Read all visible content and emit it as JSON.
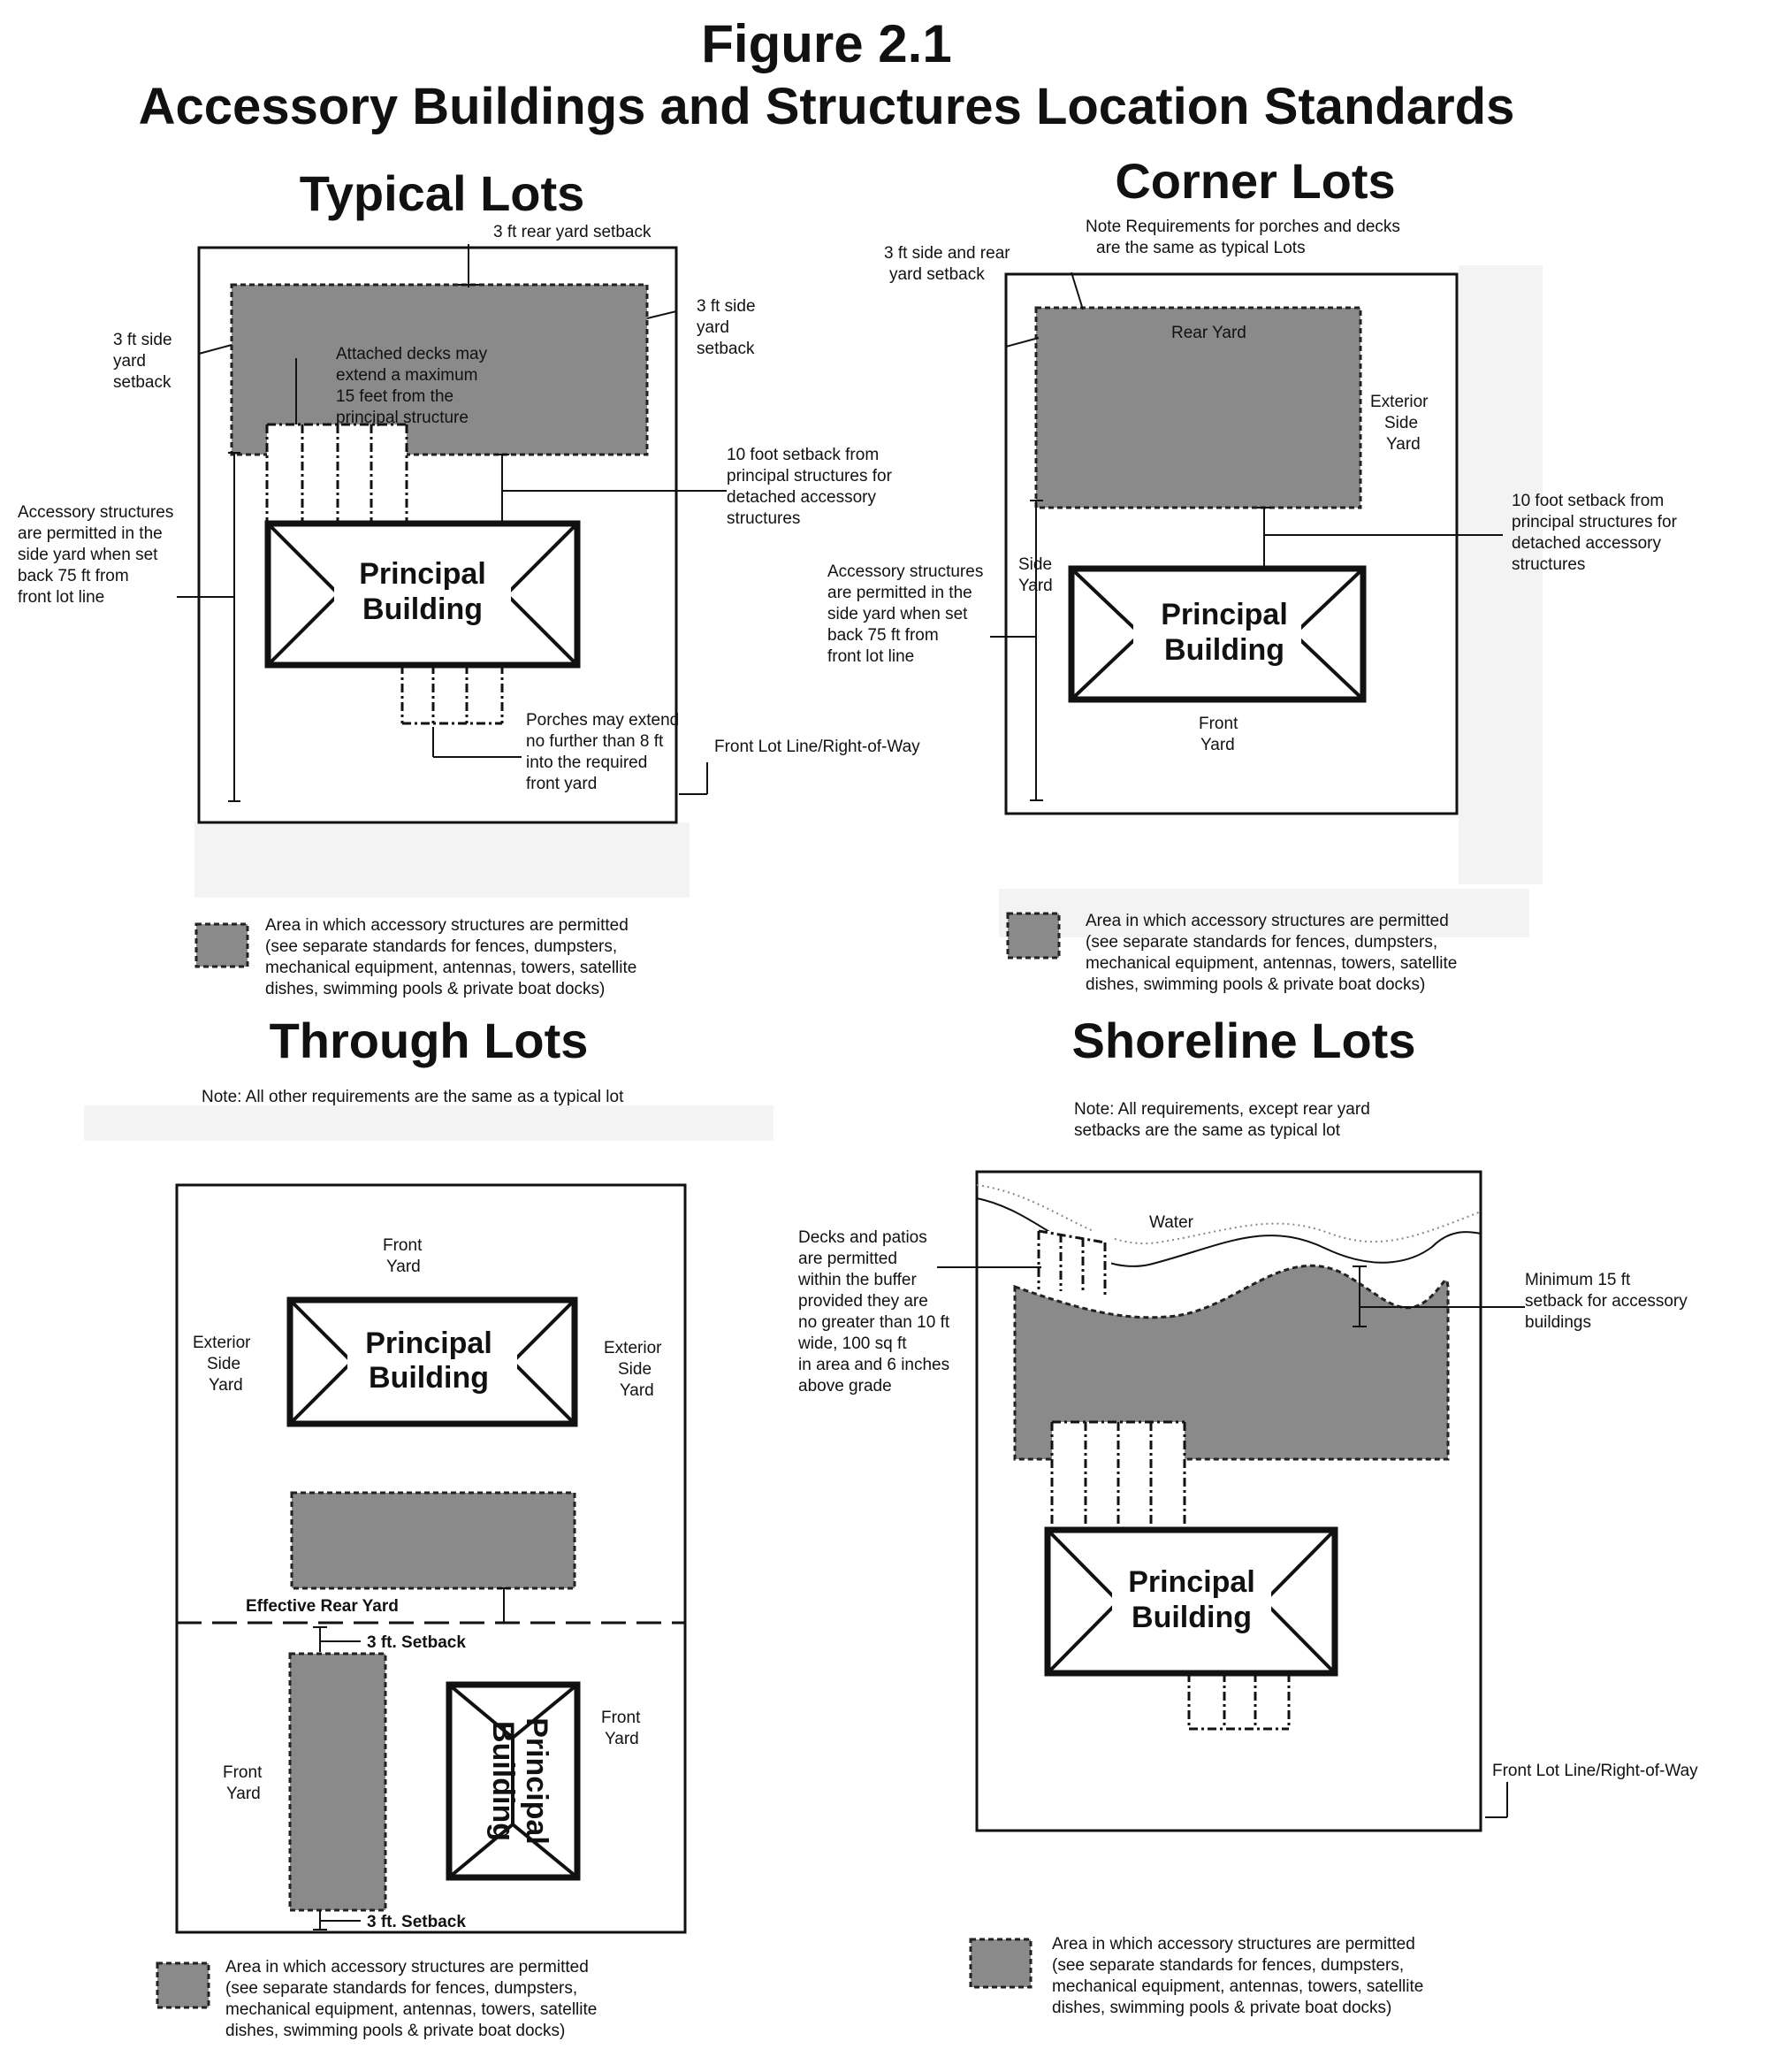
{
  "figure": {
    "number": "Figure 2.1",
    "title": "Accessory Buildings and Structures Location Standards"
  },
  "principal_building": [
    "Principal",
    "Building"
  ],
  "legend_text": [
    "Area in which accessory structures are permitted",
    "(see separate standards for fences, dumpsters,",
    "mechanical equipment, antennas, towers, satellite",
    "dishes, swimming pools & private boat docks)"
  ],
  "typical": {
    "heading": "Typical Lots",
    "rear_setback": "3 ft rear yard setback",
    "side_setback_left": [
      "3 ft side",
      "yard",
      "setback"
    ],
    "side_setback_right": [
      "3 ft side",
      "yard",
      "setback"
    ],
    "decks": [
      "Attached decks may",
      "extend a maximum",
      "15 feet from the",
      "principal structure"
    ],
    "ten_foot": [
      "10 foot setback from",
      "principal structures for",
      "detached accessory",
      "structures"
    ],
    "accessory_side": [
      "Accessory structures",
      "are permitted in the",
      "side yard when set",
      "back 75 ft from",
      "front lot line"
    ],
    "porches": [
      "Porches may extend",
      "no further than 8 ft",
      "into the required",
      "front yard"
    ],
    "front_lot_line": "Front Lot Line/Right-of-Way"
  },
  "corner": {
    "heading": "Corner Lots",
    "note": [
      "Note  Requirements for porches and decks",
      "are the same as typical Lots"
    ],
    "side_rear_setback": [
      "3 ft side and rear",
      "yard setback"
    ],
    "rear_yard": "Rear Yard",
    "exterior_side_yard": [
      "Exterior",
      "Side",
      "Yard"
    ],
    "ten_foot": [
      "10 foot setback from",
      "principal structures for",
      "detached accessory",
      "structures"
    ],
    "side_yard": [
      "Side",
      "Yard"
    ],
    "accessory_side": [
      "Accessory structures",
      "are permitted in the",
      "side yard when set",
      "back 75 ft from",
      "front lot line"
    ],
    "front_yard": [
      "Front",
      "Yard"
    ]
  },
  "through": {
    "heading": "Through Lots",
    "note": "Note: All other requirements are the same as a typical lot",
    "front_yard_top": [
      "Front",
      "Yard"
    ],
    "exterior_left": [
      "Exterior",
      "Side",
      "Yard"
    ],
    "exterior_right": [
      "Exterior",
      "Side",
      "Yard"
    ],
    "effective_rear_yard": "Effective Rear Yard",
    "setback_1": "3 ft. Setback",
    "setback_2": "3 ft. Setback",
    "front_yard_left": [
      "Front",
      "Yard"
    ],
    "front_yard_right": [
      "Front",
      "Yard"
    ]
  },
  "shoreline": {
    "heading": "Shoreline Lots",
    "note": [
      "Note:  All requirements, except rear yard",
      "setbacks are the same as typical lot"
    ],
    "water": "Water",
    "decks": [
      "Decks and patios",
      "are permitted",
      "within the buffer",
      "provided they are",
      "no greater than 10 ft",
      "wide, 100 sq ft",
      "in area and 6 inches",
      "above grade"
    ],
    "minimum": [
      "Minimum 15 ft",
      "setback for accessory",
      "buildings"
    ],
    "front_lot_line": "Front Lot Line/Right-of-Way"
  }
}
